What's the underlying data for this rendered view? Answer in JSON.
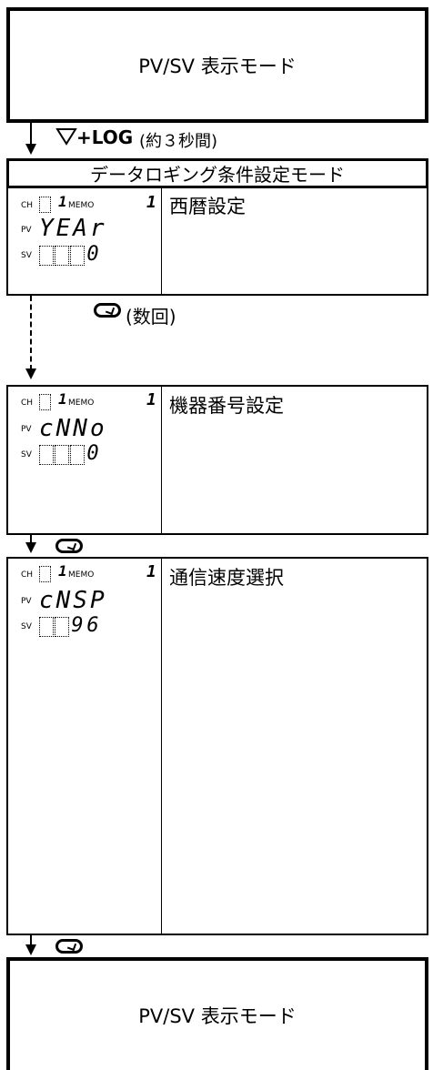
{
  "top_mode": {
    "label": "PV/SV 表示モード"
  },
  "transition1": {
    "key": "+LOG",
    "note": "(約３秒間)"
  },
  "condition_header": "データロギング条件設定モード",
  "lcd_labels": {
    "ch": "CH",
    "memo": "MEMO",
    "pv": "PV",
    "sv": "SV"
  },
  "steps": [
    {
      "name": "西暦設定",
      "memo_digit": "1",
      "pv_text": "YEAr",
      "sv_cells": [
        "",
        "",
        "",
        "0"
      ]
    },
    {
      "name": "機器番号設定",
      "memo_digit": "1",
      "pv_text": "cNNo",
      "sv_cells": [
        "",
        "",
        "",
        "0"
      ]
    },
    {
      "name": "通信速度選択",
      "memo_digit": "1",
      "pv_text": "cNSP",
      "sv_cells": [
        "",
        "",
        "9",
        "6"
      ]
    }
  ],
  "transition2": {
    "note": "(数回)"
  },
  "bottom_mode": {
    "label": "PV/SV 表示モード"
  }
}
